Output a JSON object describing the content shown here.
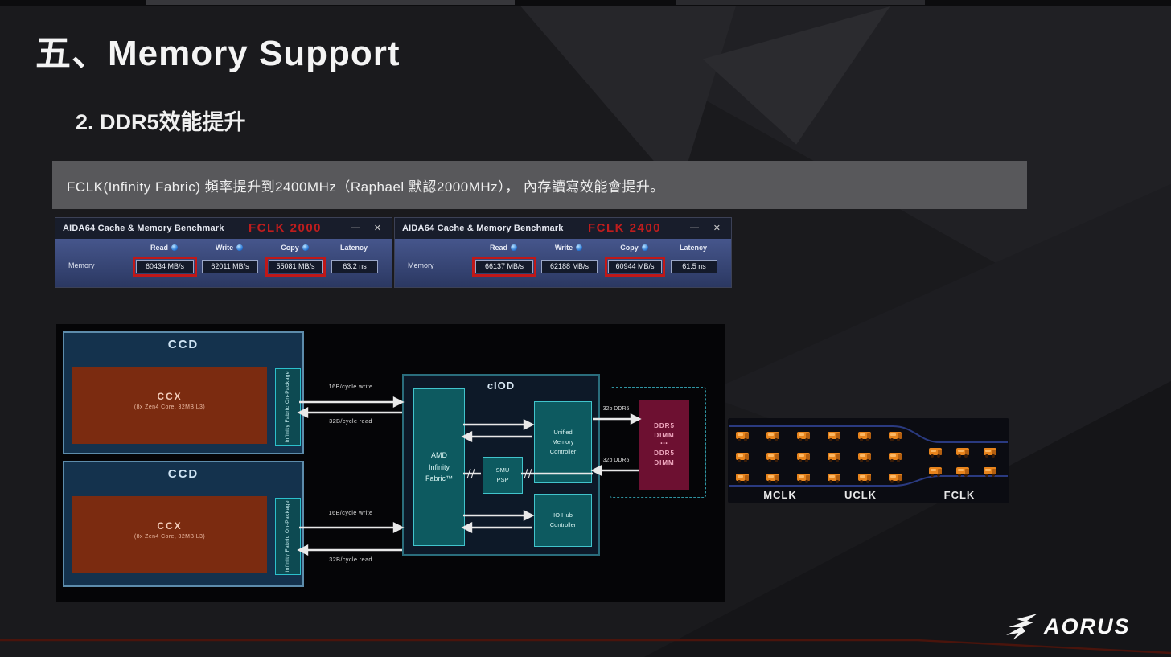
{
  "slide": {
    "title": "五、Memory Support",
    "subtitle": "2. DDR5效能提升",
    "note": "FCLK(Infinity Fabric) 頻率提升到2400MHz（Raphael 默認2000MHz）， 內存讀寫效能會提升。"
  },
  "window_controls": {
    "minimize": "—",
    "close": "✕"
  },
  "benchmarks": [
    {
      "window_title": "AIDA64 Cache & Memory Benchmark",
      "tag": "FCLK 2000",
      "row_label": "Memory",
      "columns": [
        "Read",
        "Write",
        "Copy",
        "Latency"
      ],
      "values": [
        "60434 MB/s",
        "62011 MB/s",
        "55081 MB/s",
        "63.2 ns"
      ]
    },
    {
      "window_title": "AIDA64 Cache & Memory Benchmark",
      "tag": "FCLK 2400",
      "row_label": "Memory",
      "columns": [
        "Read",
        "Write",
        "Copy",
        "Latency"
      ],
      "values": [
        "66137 MB/s",
        "62188 MB/s",
        "60944 MB/s",
        "61.5 ns"
      ]
    }
  ],
  "diagram": {
    "ccd": {
      "title": "CCD",
      "ccx_title": "CCX",
      "ccx_subtitle": "(8x Zen4 Core, 32MB L3)",
      "ifop_label": "Infinity Fabric On-Package"
    },
    "links": {
      "write": "16B/cycle write",
      "read": "32B/cycle read"
    },
    "ciod": {
      "title": "cIOD",
      "fabric_lines": [
        "AMD",
        "Infinity",
        "Fabric™"
      ],
      "bridge_lines": [
        "SMU",
        "PSP"
      ],
      "umc_lines": [
        "Unified",
        "Memory",
        "Controller"
      ],
      "iohc_lines": [
        "IO Hub",
        "Controller"
      ]
    },
    "memory_links": {
      "top": "32b DDR5",
      "bottom": "32b DDR5"
    },
    "dram_lines": [
      "DDR5",
      "DIMM",
      "•••",
      "DDR5",
      "DIMM"
    ]
  },
  "clock_lanes": {
    "labels": [
      "MCLK",
      "UCLK",
      "FCLK"
    ]
  },
  "branding": {
    "logo_text": "AORUS"
  },
  "colors": {
    "highlight_red": "#c01818",
    "fclk_tag_red": "#bf1d1d",
    "teal_border": "#41c4cc",
    "ccx_rust": "#7b2b10",
    "dimm_maroon": "#6d1031",
    "truck_orange": "#e8841c"
  }
}
